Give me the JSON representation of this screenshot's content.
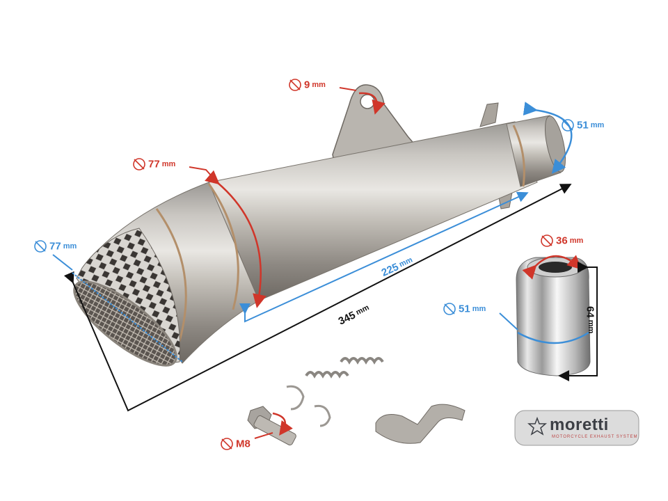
{
  "dimensions": {
    "bracket_hole": {
      "value": "9",
      "unit": "mm",
      "color": "#d0362a"
    },
    "inlet_outer": {
      "value": "77",
      "unit": "mm",
      "color": "#d0362a"
    },
    "outlet": {
      "value": "51",
      "unit": "mm",
      "color": "#3b8ed8"
    },
    "mesh_end": {
      "value": "77",
      "unit": "mm",
      "color": "#3b8ed8"
    },
    "body_length": {
      "value": "225",
      "unit": "mm",
      "color": "#3b8ed8"
    },
    "total_length": {
      "value": "345",
      "unit": "mm",
      "color": "#111111"
    },
    "db_killer_top": {
      "value": "36",
      "unit": "mm",
      "color": "#d0362a"
    },
    "db_killer_body": {
      "value": "51",
      "unit": "mm",
      "color": "#3b8ed8"
    },
    "db_killer_height": {
      "value": "64",
      "unit": "mm",
      "color": "#111111"
    },
    "bolt": {
      "value": "M8",
      "color": "#d0362a"
    }
  },
  "brand": {
    "name": "moretti",
    "tagline": "MOTORCYCLE EXHAUST SYSTEM"
  },
  "icons": [
    "diameter-symbol-icon",
    "star-logo-icon"
  ]
}
